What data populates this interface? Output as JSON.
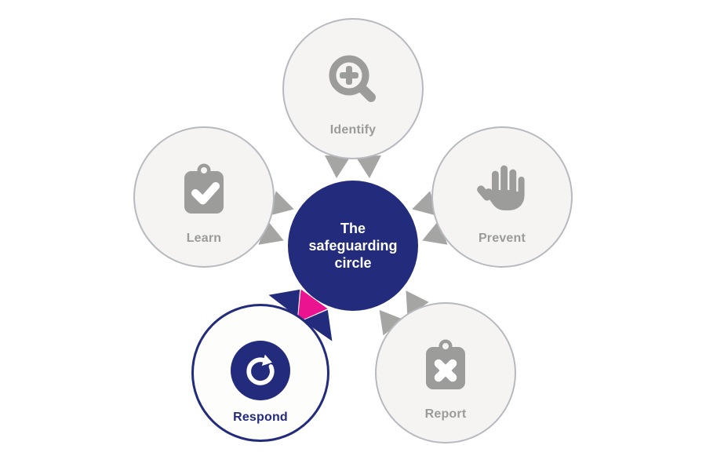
{
  "diagram": {
    "center": {
      "label": "The safeguarding circle"
    },
    "nodes": [
      {
        "id": "identify",
        "label": "Identify",
        "icon": "magnifier-plus-icon",
        "highlighted": false
      },
      {
        "id": "prevent",
        "label": "Prevent",
        "icon": "hand-icon",
        "highlighted": false
      },
      {
        "id": "report",
        "label": "Report",
        "icon": "clipboard-x-icon",
        "highlighted": false
      },
      {
        "id": "respond",
        "label": "Respond",
        "icon": "refresh-icon",
        "highlighted": true
      },
      {
        "id": "learn",
        "label": "Learn",
        "icon": "clipboard-check-icon",
        "highlighted": false
      }
    ],
    "colors": {
      "navy": "#222b7c",
      "pink": "#ec1390",
      "icon_gray": "#9c9c9a",
      "triangle_gray": "#a5a5a3",
      "circle_fill": "#f5f4f2",
      "circle_border": "#b7b9c0",
      "highlight_fill": "#fdfdfc",
      "text_gray": "#9b9b99",
      "white": "#ffffff"
    }
  }
}
